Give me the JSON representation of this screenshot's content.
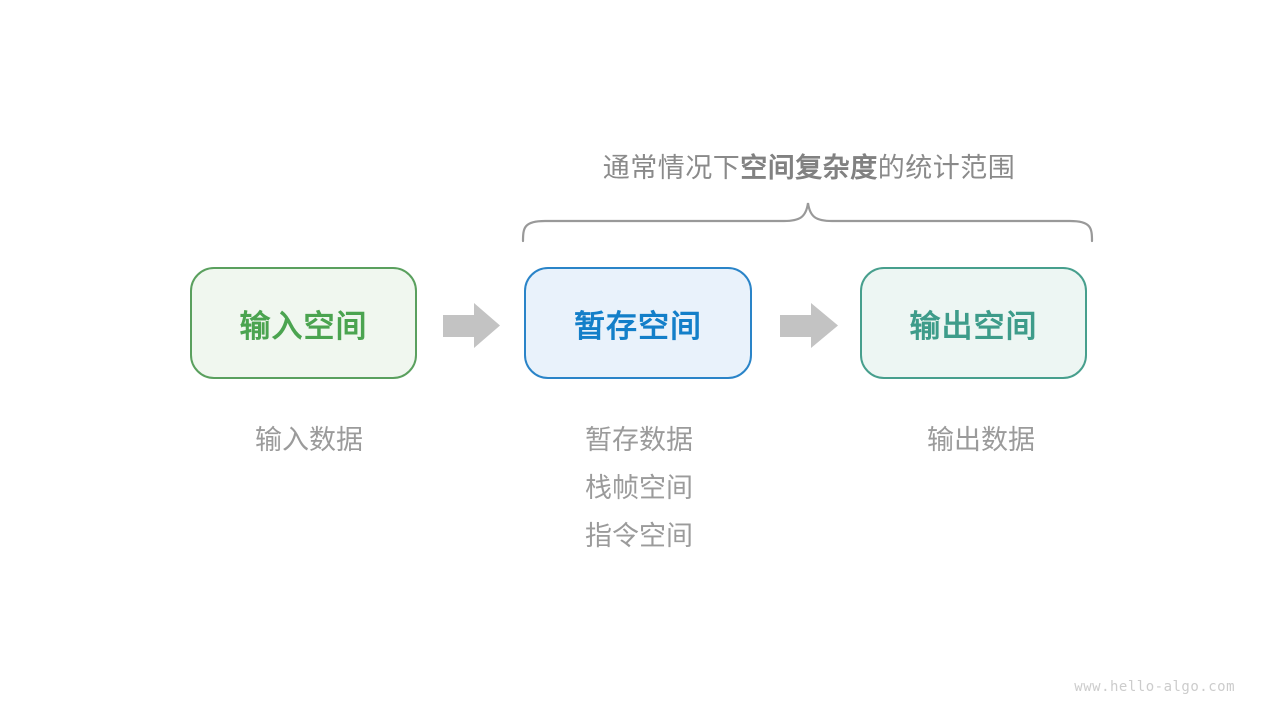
{
  "title": {
    "prefix": "通常情况下",
    "bold": "空间复杂度",
    "suffix": "的统计范围"
  },
  "boxes": [
    {
      "id": "input-space",
      "label": "输入空间",
      "border_color": "#5aa05e",
      "bg_color": "#f0f7ef",
      "text_color": "#4ba450"
    },
    {
      "id": "temp-space",
      "label": "暂存空间",
      "border_color": "#2a84c8",
      "bg_color": "#e9f2fb",
      "text_color": "#137fc9"
    },
    {
      "id": "output-space",
      "label": "输出空间",
      "border_color": "#479f8d",
      "bg_color": "#edf6f3",
      "text_color": "#3e9c8a"
    }
  ],
  "notes": [
    {
      "box": "input-space",
      "lines": [
        "输入数据"
      ]
    },
    {
      "box": "temp-space",
      "lines": [
        "暂存数据",
        "栈帧空间",
        "指令空间"
      ]
    },
    {
      "box": "output-space",
      "lines": [
        "输出数据"
      ]
    }
  ],
  "watermark": "www.hello-algo.com",
  "colors": {
    "title_text": "#8a8a8a",
    "note_text": "#9b9b9b",
    "brace": "#999999",
    "arrow": "#c3c3c3",
    "watermark_text": "#cccccc",
    "background": "#ffffff"
  }
}
